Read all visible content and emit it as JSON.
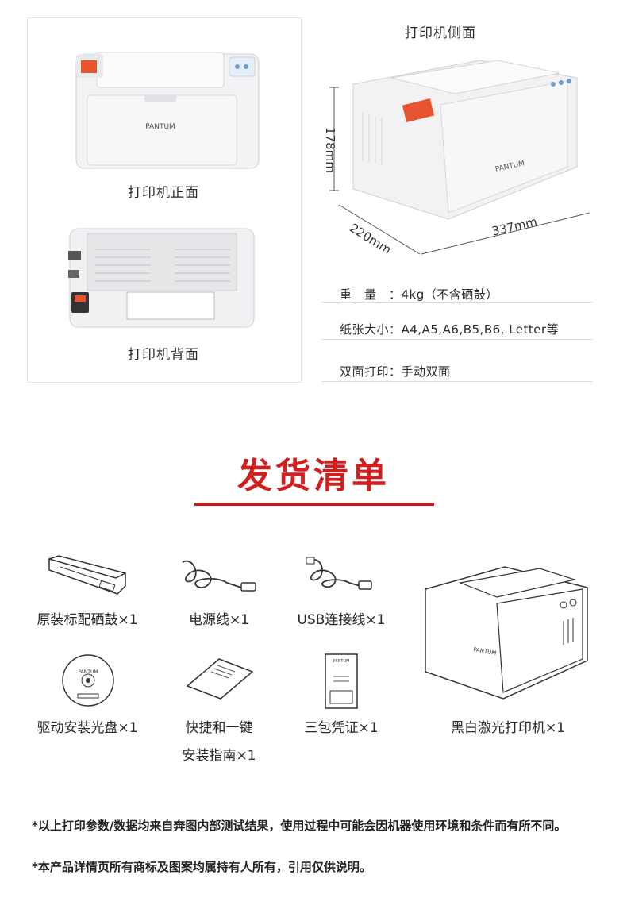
{
  "product_views": {
    "front_caption": "打印机正面",
    "back_caption": "打印机背面",
    "side_caption": "打印机侧面",
    "brand_logo": "PANTUM",
    "dimensions": {
      "height": "178mm",
      "depth": "220mm",
      "width": "337mm"
    }
  },
  "specs": [
    {
      "text": "重　量　：4kg（不含硒鼓）"
    },
    {
      "text": "纸张大小：A4,A5,A6,B5,B6, Letter等"
    },
    {
      "text": "双面打印：手动双面"
    }
  ],
  "packing_list": {
    "title": "发货清单",
    "items": [
      {
        "label": "原装标配硒鼓×1",
        "icon": "toner-cartridge-icon"
      },
      {
        "label": "电源线×1",
        "icon": "power-cable-icon"
      },
      {
        "label": "USB连接线×1",
        "icon": "usb-cable-icon"
      },
      {
        "label": "黑白激光打印机×1",
        "icon": "printer-icon"
      },
      {
        "label": "驱动安装光盘×1",
        "icon": "cd-disc-icon"
      },
      {
        "label": "快捷和一键",
        "label_line2": "安装指南×1",
        "icon": "guide-booklet-icon"
      },
      {
        "label": "三包凭证×1",
        "icon": "warranty-card-icon"
      }
    ]
  },
  "notes": [
    "*以上打印参数/数据均来自奔图内部测试结果，使用过程中可能会因机器使用环境和条件而有所不同。",
    "*本产品详情页所有商标及图案均属持有人所有，引用仅供说明。"
  ],
  "colors": {
    "accent_red": "#d11f1f",
    "label_red": "#e8542f",
    "panel_border": "#e3e3e3"
  }
}
